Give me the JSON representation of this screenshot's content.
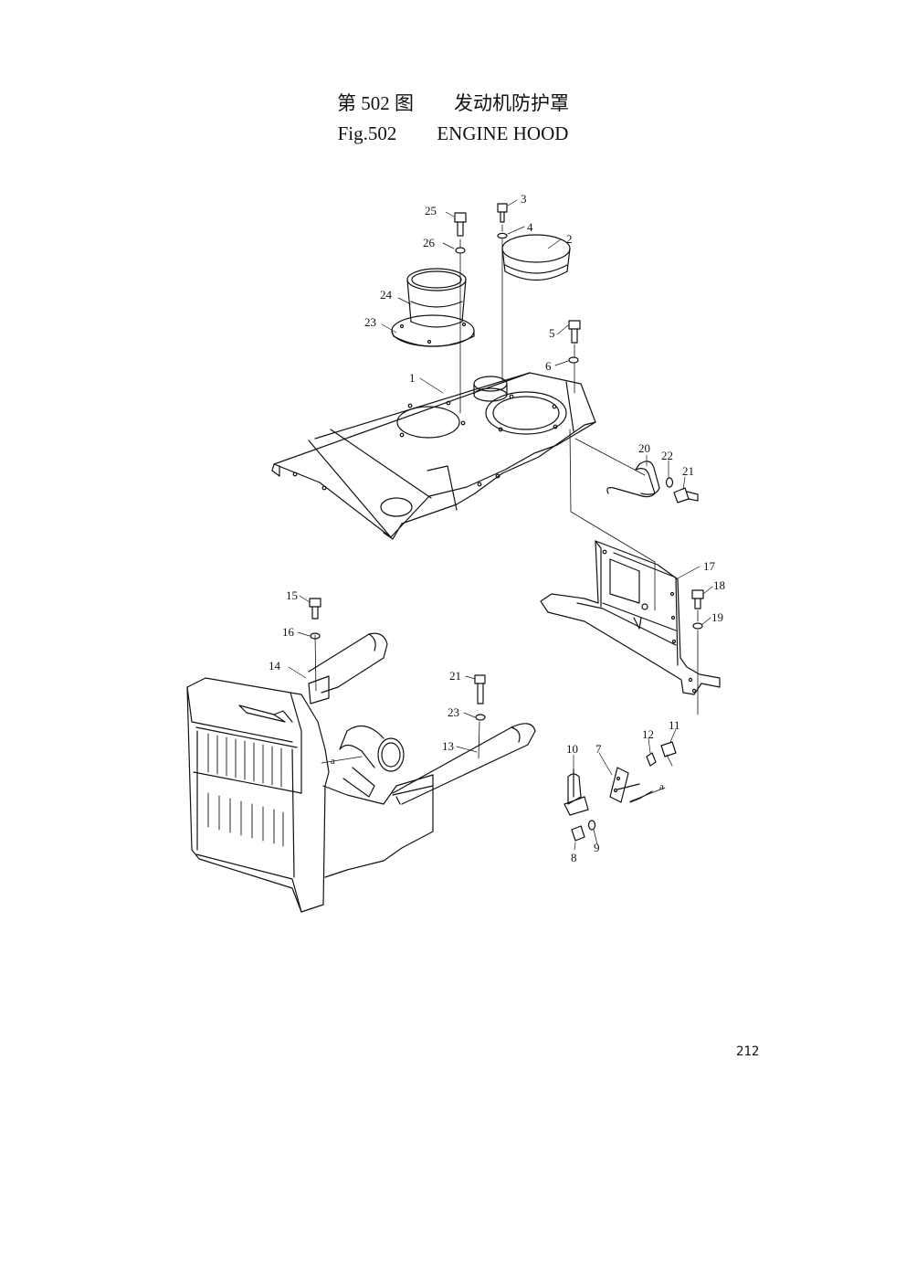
{
  "title": {
    "cn_fig": "第 502 图",
    "cn_name": "发动机防护罩",
    "en_fig": "Fig.502",
    "en_name": "ENGINE HOOD"
  },
  "callouts": [
    "1",
    "2",
    "3",
    "4",
    "5",
    "6",
    "7",
    "8",
    "9",
    "10",
    "11",
    "12",
    "13",
    "14",
    "15",
    "16",
    "17",
    "18",
    "19",
    "20",
    "21",
    "22",
    "23",
    "24",
    "25",
    "26",
    "21",
    "23"
  ],
  "connector_marks": [
    "a",
    "a"
  ],
  "page_number": "212"
}
